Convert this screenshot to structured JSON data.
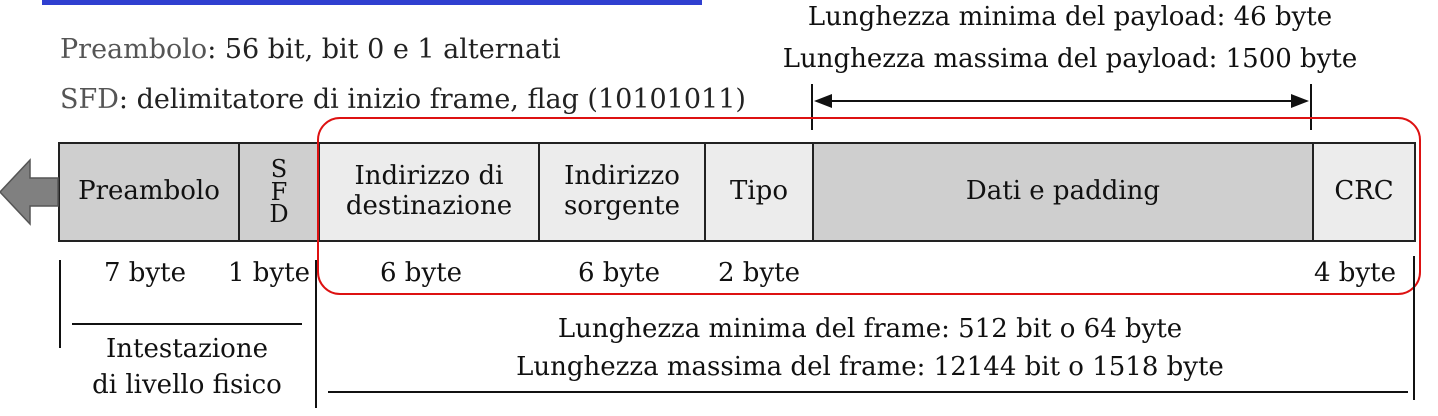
{
  "legend": {
    "preamble_term": "Preambolo",
    "preamble_desc": ": 56 bit, bit 0 e 1 alternati",
    "sfd_term": "SFD",
    "sfd_desc": ": delimitatore di inizio frame, flag (10101011)"
  },
  "payload": {
    "min": "Lunghezza minima del payload: 46 byte",
    "max": "Lunghezza massima del payload: 1500 byte"
  },
  "fields": [
    {
      "name": "Preambolo",
      "size": "7 byte"
    },
    {
      "name_lines": [
        "S",
        "F",
        "D"
      ],
      "size": "1 byte"
    },
    {
      "name_lines": [
        "Indirizzo di",
        "destinazione"
      ],
      "size": "6 byte"
    },
    {
      "name_lines": [
        "Indirizzo",
        "sorgente"
      ],
      "size": "6 byte"
    },
    {
      "name": "Tipo",
      "size": "2 byte"
    },
    {
      "name": "Dati e padding"
    },
    {
      "name": "CRC",
      "size": "4 byte"
    }
  ],
  "physical_header": {
    "line1": "Intestazione",
    "line2": "di livello fisico"
  },
  "frame_length": {
    "min": "Lunghezza minima del frame: 512 bit o 64 byte",
    "max": "Lunghezza massima del frame: 12144 bit o 1518 byte"
  },
  "colors": {
    "highlight": "#dd1111",
    "accent_bar": "#2f3fd0",
    "field_dark": "#cfcfcf",
    "field_light": "#ececec",
    "arrow_fill": "#808080"
  }
}
